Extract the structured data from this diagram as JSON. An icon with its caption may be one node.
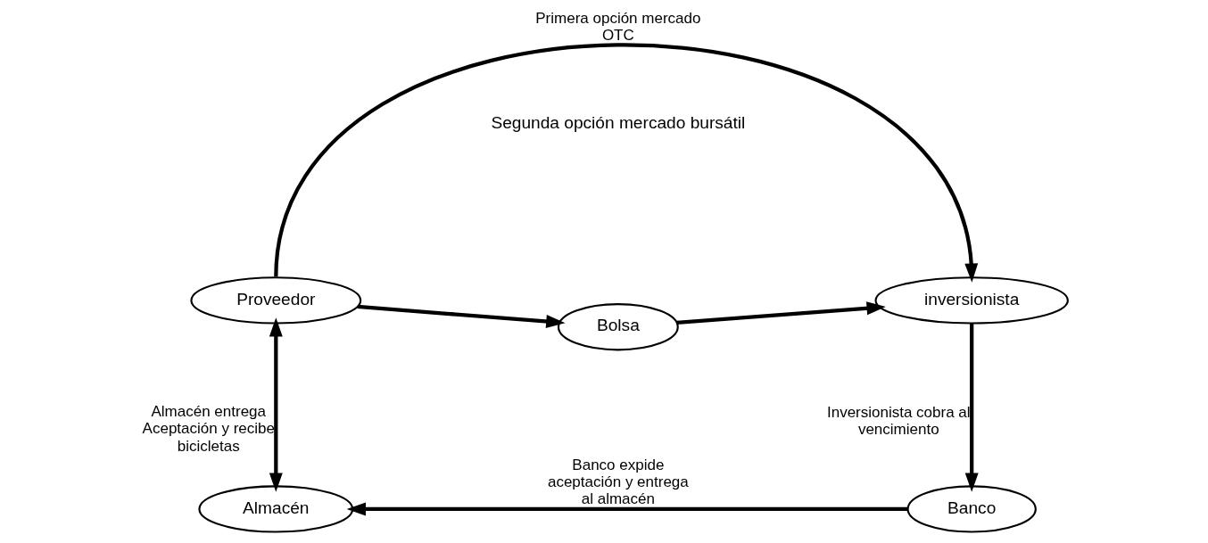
{
  "diagram": {
    "nodes": [
      {
        "text": [
          "Proveedor"
        ]
      },
      {
        "text": [
          "Bolsa"
        ]
      },
      {
        "text": [
          "inversionista"
        ]
      },
      {
        "text": [
          "Almacén"
        ]
      },
      {
        "text": [
          "Banco"
        ]
      }
    ],
    "edges": [
      {
        "from": 0,
        "to": 2,
        "arrow": "to",
        "label": "Primera opción mercado OTC"
      },
      {
        "from": 0,
        "to": 1,
        "arrow": "to"
      },
      {
        "from": 1,
        "to": 2,
        "arrow": "to"
      },
      {
        "from": 2,
        "to": 4,
        "arrow": "to",
        "label": "Inversionista cobra al vencimiento"
      },
      {
        "from": 4,
        "to": 3,
        "arrow": "to",
        "label": "Banco expide aceptación y entrega al almacén"
      },
      {
        "from": 0,
        "to": 3,
        "arrow": "both",
        "label": "Almacén entrega Aceptación y recibe bicicletas"
      }
    ],
    "labels": [
      "Segunda opción mercado bursátil"
    ]
  }
}
